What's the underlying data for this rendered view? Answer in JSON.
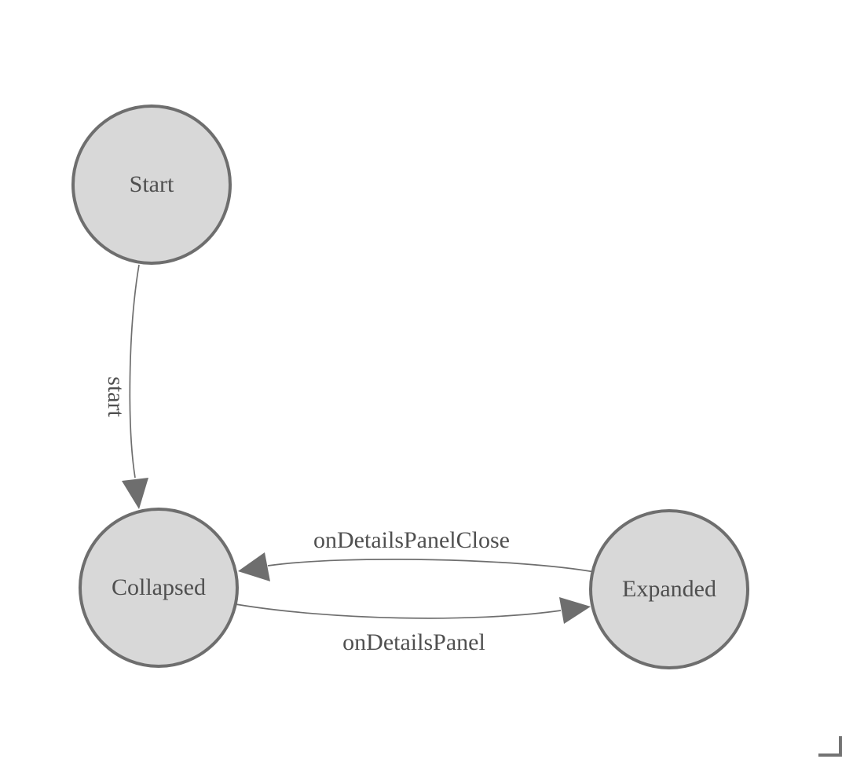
{
  "diagram": {
    "type": "state-machine",
    "nodes": [
      {
        "id": "start",
        "label": "Start"
      },
      {
        "id": "collapsed",
        "label": "Collapsed"
      },
      {
        "id": "expanded",
        "label": "Expanded"
      }
    ],
    "edges": [
      {
        "id": "start-to-collapsed",
        "from": "Start",
        "to": "Collapsed",
        "label": "start"
      },
      {
        "id": "expanded-to-collapsed",
        "from": "Expanded",
        "to": "Collapsed",
        "label": "onDetailsPanelClose"
      },
      {
        "id": "collapsed-to-expanded",
        "from": "Collapsed",
        "to": "Expanded",
        "label": "onDetailsPanel"
      }
    ],
    "colors": {
      "background": "#ffffff",
      "node_fill": "#d8d8d8",
      "node_stroke": "#6e6e6e",
      "edge": "#6e6e6e",
      "text": "#4f4f4f",
      "resize_corner": "#737373"
    }
  }
}
